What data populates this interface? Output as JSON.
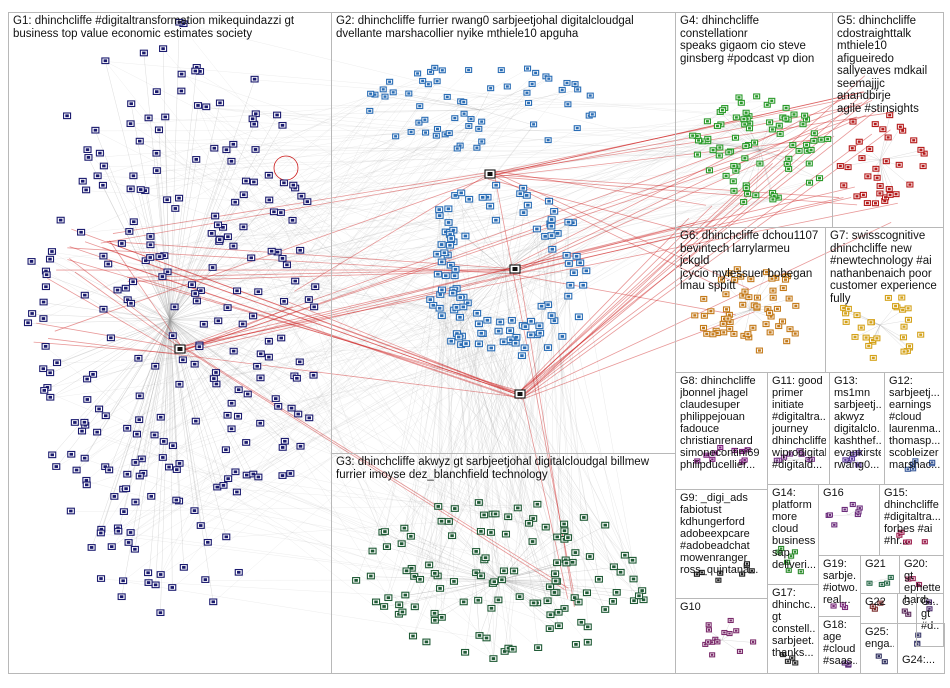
{
  "groups": [
    {
      "id": "G1",
      "label": "G1: dhinchcliffe #digitaltransformation mikequindazzi gt\nbusiness top value economic estimates society",
      "color": "#1a1a6e"
    },
    {
      "id": "G2",
      "label": "G2: dhinchcliffe furrier rwang0 sarbjeetjohal digitalcloudgal\ndvellante marshacollier nyike mthiele10 apguha",
      "color": "#2a6db5"
    },
    {
      "id": "G3",
      "label": "G3: dhinchcliffe akwyz gt sarbjeetjohal digitalcloudgal billmew\nfurrier imoyse dez_blanchfield technology",
      "color": "#1f5a35"
    },
    {
      "id": "G4",
      "label": "G4: dhinchcliffe constellationr\nspeaks gigaom cio steve\nginsberg #podcast vp dion",
      "color": "#2a9a2a"
    },
    {
      "id": "G5",
      "label": "G5: dhinchcliffe\ncdostraighttalk\nmthiele10\nafigueiredo\nsallyeaves mdkail\nseemajjjc anandbirje\nagile #stinsights",
      "color": "#b51a1a"
    },
    {
      "id": "G6",
      "label": "G6: dhinchcliffe dchou1107\nbevintech larrylarmeu jckgld\njcycio mylessuer bobegan\nlmau sppitt",
      "color": "#c47a1a"
    },
    {
      "id": "G7",
      "label": "G7: swisscognitive\ndhinchcliffe new\n#newtechnology #ai\nnathanbenaich poor\ncustomer experience\nfully",
      "color": "#d4a21a"
    },
    {
      "id": "G8",
      "label": "G8: dhinchcliffe\njbonnel jhagel\nclaudesuper\nphilippejouan\nfadouce\nchristianrenard\nsimonecontini69\nphilipducellier...",
      "color": "#7a1a7a"
    },
    {
      "id": "G9",
      "label": "G9: _digi_ads\nfabiotust\nkdhungerford\nadobeexpcare\n#adobeadchat\nmowenranger\nross_quintana...",
      "color": "#1a1a1a"
    },
    {
      "id": "G10",
      "label": "G10",
      "color": "#7a2a6a"
    },
    {
      "id": "G11",
      "label": "G11: good\nprimer\ninitiate\n#digitaltra...\njourney\ndhinchcliffe\nwiprodigital\n#digitald...",
      "color": "#7a3a8a"
    },
    {
      "id": "G12",
      "label": "G12:\nsarbjeetj...\nearnings\n#cloud\nlaurenma...\nthomasp...\nscobleizer\nmarshac...",
      "color": "#3a5a9a"
    },
    {
      "id": "G13",
      "label": "G13:\nms1mn\nsarbjeetj...\nakwyz\ndigitalclo...\nkashthef...\nevankirstel\nrwang0...",
      "color": "#5a3a9a"
    },
    {
      "id": "G14",
      "label": "G14:\nplatform\nmore\ncloud\nbusiness\nsap\ndeliveri...",
      "color": "#2a8a2a"
    },
    {
      "id": "G15",
      "label": "G15:\ndhinchcliffe\n#digitaltra...\nforbes #ai\n#hr...",
      "color": "#9a1a4a"
    },
    {
      "id": "G16",
      "label": "G16",
      "color": "#6a2a7a"
    },
    {
      "id": "G17",
      "label": "G17:\ndhinchc...\ngt\nconstell...\nsarbjeet...\nthanks...",
      "color": "#2a2a2a"
    },
    {
      "id": "G18",
      "label": "G18:\nage\n#cloud\n#saas...",
      "color": "#5a2a7a"
    },
    {
      "id": "G19",
      "label": "G19:\nsarbje...\n#iotwo...\nreal...",
      "color": "#7a2a7a"
    },
    {
      "id": "G20",
      "label": "G20: gt\nephette\nhard...",
      "color": "#9a2a5a"
    },
    {
      "id": "G21",
      "label": "G21",
      "color": "#2a6a4a"
    },
    {
      "id": "G22",
      "label": "G22",
      "color": "#7a2a2a"
    },
    {
      "id": "G23",
      "label": "G...",
      "color": "#5a2a5a"
    },
    {
      "id": "G24",
      "label": "G24:...",
      "color": "#3a3a6a"
    },
    {
      "id": "G25",
      "label": "G25:\nenga...",
      "color": "#2a2a5a"
    },
    {
      "id": "G26",
      "label": "G...\ngt\n#d...",
      "color": "#4a2a6a"
    }
  ],
  "colors": {
    "edge_grey": "#9a9a9a",
    "edge_red": "#cc1a1a",
    "panel_border": "#b8b8b8"
  }
}
